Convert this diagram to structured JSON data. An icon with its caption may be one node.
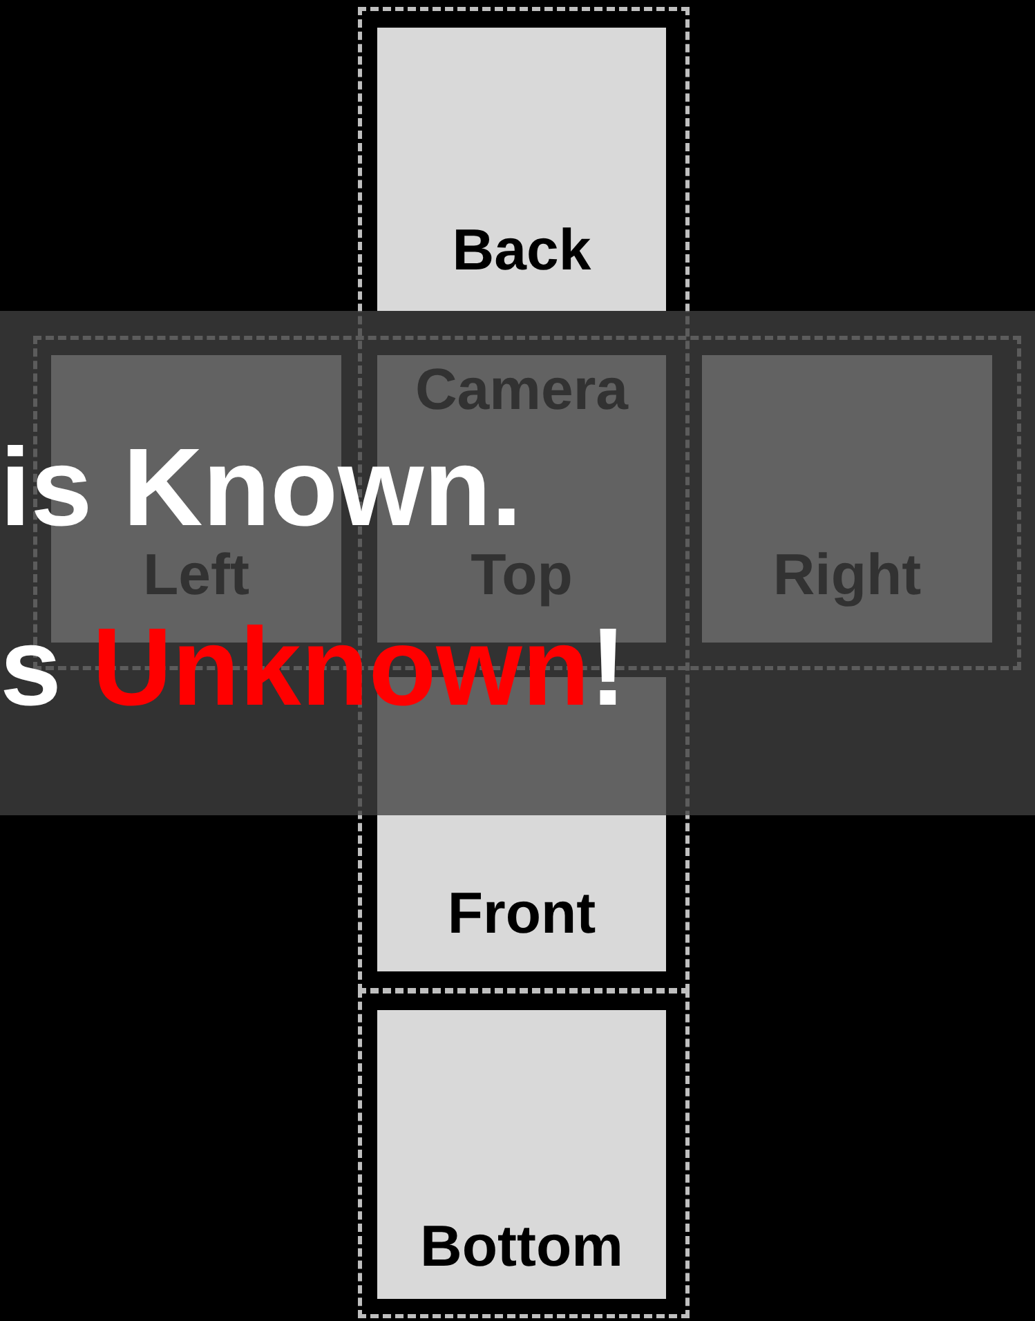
{
  "diagram": {
    "nodes": [
      {
        "text": [
          "Back"
        ]
      },
      {
        "text": [
          "Left"
        ]
      },
      {
        "text": [
          "Camera",
          "Top"
        ]
      },
      {
        "text": [
          "Right"
        ]
      },
      {
        "text": [
          "Front"
        ]
      },
      {
        "text": [
          "Bottom"
        ]
      }
    ],
    "labels": [
      "is Known.",
      "s **Unknown**!"
    ]
  }
}
